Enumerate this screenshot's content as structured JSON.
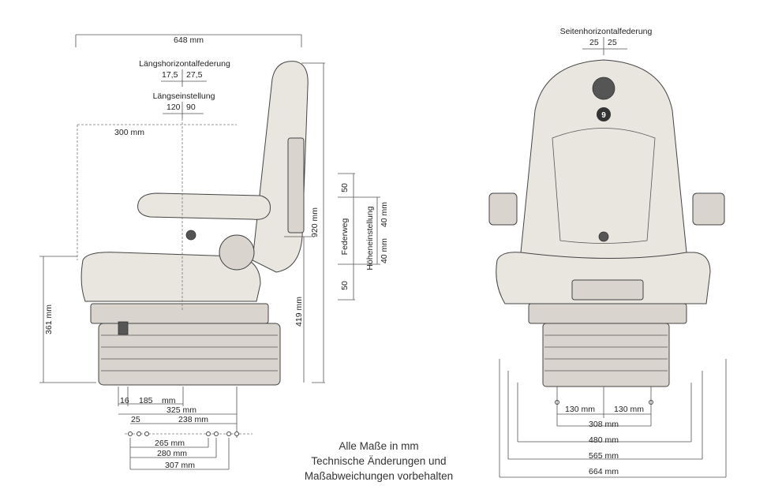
{
  "side_view": {
    "overall_width": "648 mm",
    "long_horizontal_suspension": {
      "label": "Längshorizontalfederung",
      "left": "17,5",
      "right": "27,5"
    },
    "long_adjustment": {
      "label": "Längseinstellung",
      "left": "120",
      "right": "90"
    },
    "seat_depth": "300 mm",
    "overall_height": "920 mm",
    "height_to_seat_front": "361 mm",
    "height_to_seat_rear": "419 mm",
    "suspension_travel": {
      "label": "Federweg",
      "top": "50",
      "bottom": "50"
    },
    "height_adjustment": {
      "label": "Höheneinstellung",
      "top": "40 mm",
      "bottom": "40 mm"
    },
    "bottom_dims": [
      "16",
      "185",
      "mm",
      "325 mm",
      "25",
      "238 mm",
      "265 mm",
      "280 mm",
      "307 mm"
    ]
  },
  "front_view": {
    "side_horizontal_suspension": {
      "label": "Seitenhorizontalfederung",
      "left": "25",
      "right": "25"
    },
    "badge": "9",
    "hole_left": "130 mm",
    "hole_right": "130 mm",
    "widths": [
      "308 mm",
      "480 mm",
      "565 mm",
      "664 mm"
    ]
  },
  "note": {
    "line1": "Alle Maße in mm",
    "line2": "Technische Änderungen und",
    "line3": "Maßabweichungen vorbehalten"
  }
}
